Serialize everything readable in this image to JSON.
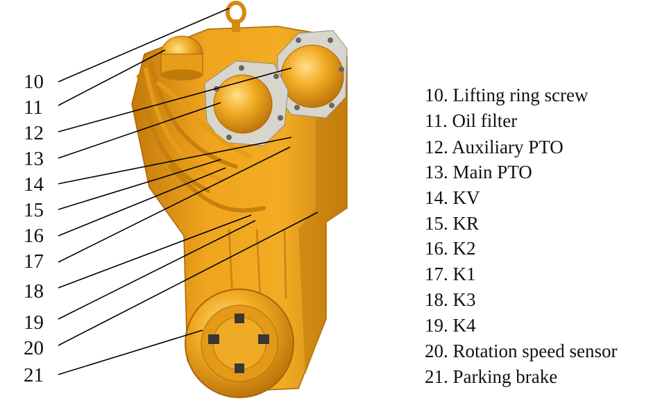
{
  "callouts": [
    {
      "num": "10",
      "text": "10. Lifting ring screw"
    },
    {
      "num": "11",
      "text": "11. Oil filter"
    },
    {
      "num": "12",
      "text": "12. Auxiliary PTO"
    },
    {
      "num": "13",
      "text": "13. Main PTO"
    },
    {
      "num": "14",
      "text": "14. KV"
    },
    {
      "num": "15",
      "text": "15. KR"
    },
    {
      "num": "16",
      "text": "16. K2"
    },
    {
      "num": "17",
      "text": "17. K1"
    },
    {
      "num": "18",
      "text": "18. K3"
    },
    {
      "num": "19",
      "text": "19. K4"
    },
    {
      "num": "20",
      "text": "20. Rotation speed sensor"
    },
    {
      "num": "21",
      "text": "21. Parking brake"
    }
  ],
  "colors": {
    "housing": "#eda21a",
    "housing_dark": "#c97f0c",
    "housing_light": "#f7c24a",
    "plate": "#d9d6cf",
    "leader": "#000000"
  }
}
